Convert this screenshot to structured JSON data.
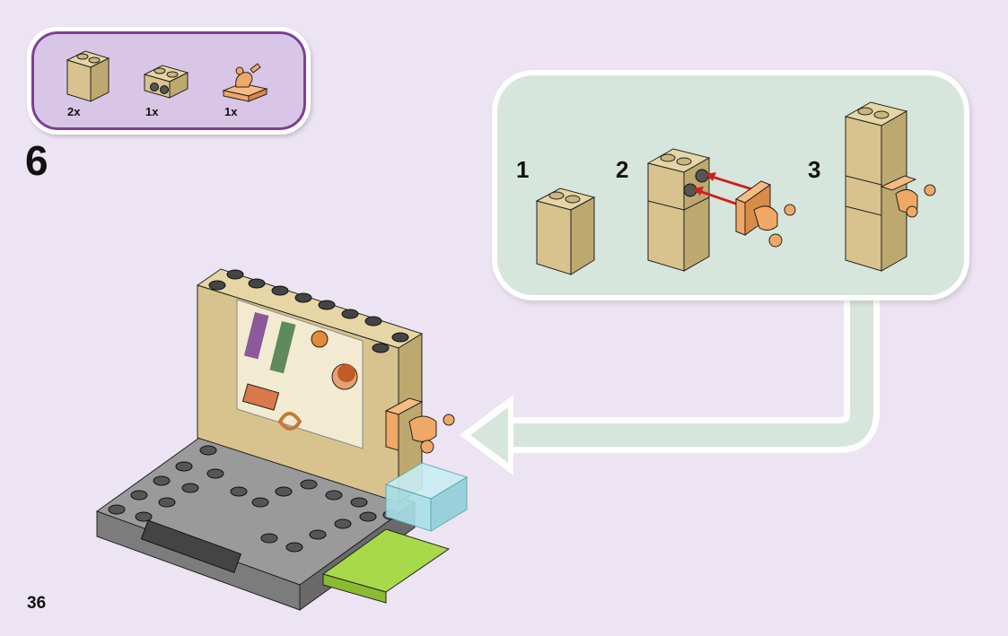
{
  "step": {
    "number": "6"
  },
  "page": {
    "number": "36"
  },
  "parts": [
    {
      "name": "tan-brick-1x2x2",
      "quantity": "2x"
    },
    {
      "name": "tan-brick-1x2-with-studs-on-side",
      "quantity": "1x"
    },
    {
      "name": "orange-tap-faucet",
      "quantity": "1x"
    }
  ],
  "substeps": [
    {
      "label": "1"
    },
    {
      "label": "2"
    },
    {
      "label": "3"
    }
  ],
  "colors": {
    "page_background": "#ece3f3",
    "parts_box_fill": "#d9c6e6",
    "parts_box_border": "#7d3f95",
    "substep_panel_fill": "#d6e6dc",
    "tan_brick": "#d8c38e",
    "gray_plate": "#8c8c8c",
    "lime_plate": "#9acd3c",
    "orange_tap": "#f0a866",
    "arrow_red": "#d02020"
  }
}
